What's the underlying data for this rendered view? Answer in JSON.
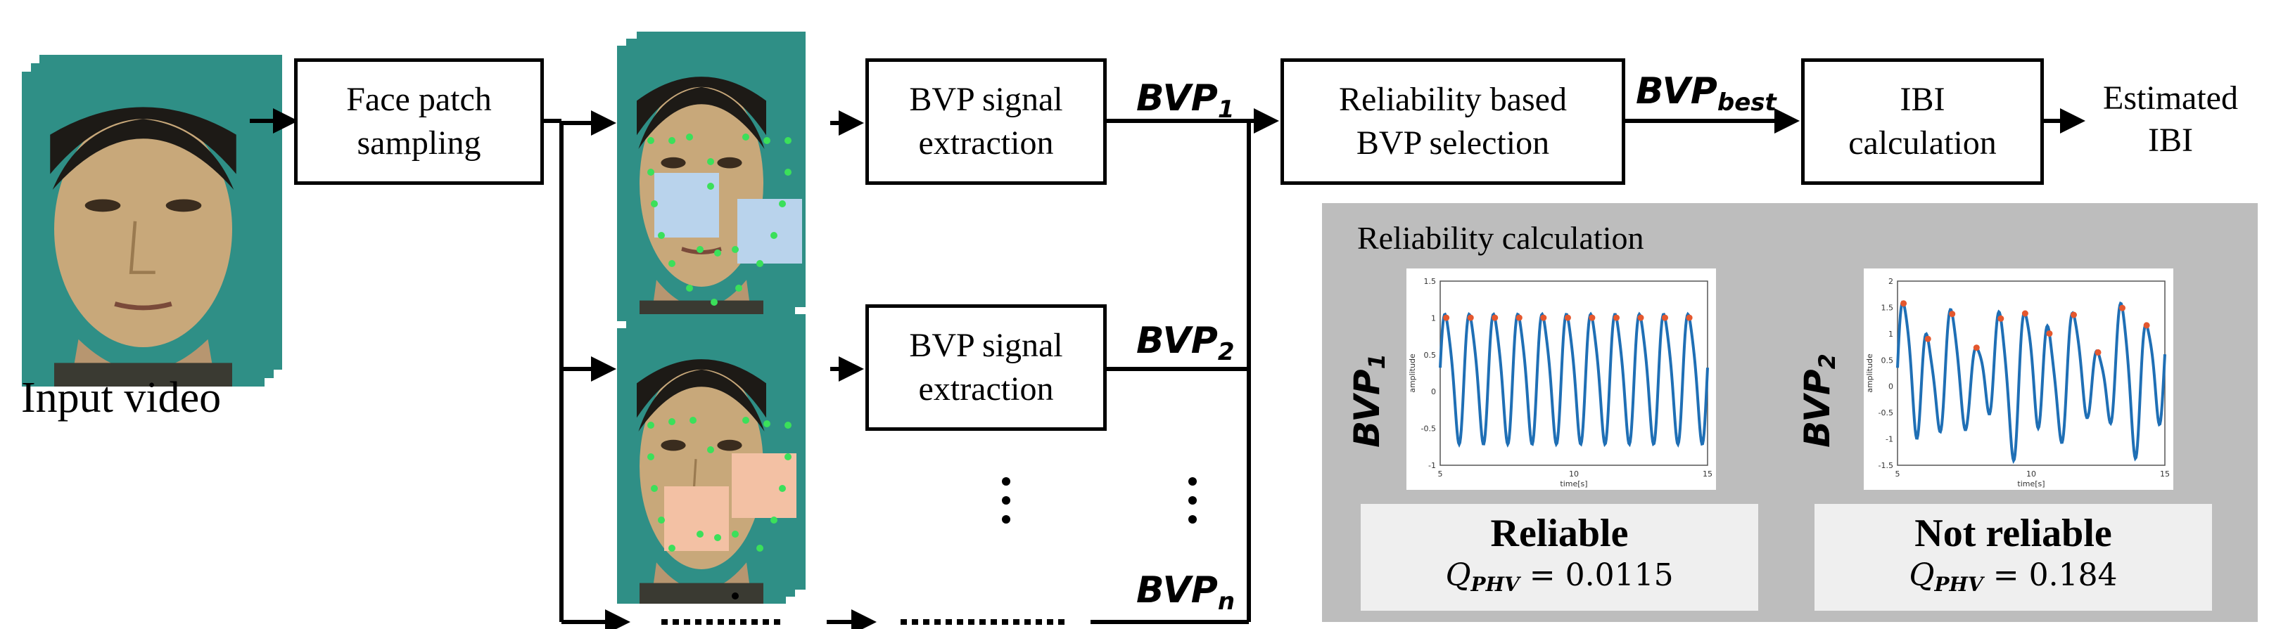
{
  "input": {
    "caption": "Input video"
  },
  "boxes": {
    "sampling": [
      "Face patch",
      "sampling"
    ],
    "bvp_extract_1": [
      "BVP signal",
      "extraction"
    ],
    "bvp_extract_2": [
      "BVP signal",
      "extraction"
    ],
    "selection": [
      "Reliability based",
      "BVP selection"
    ],
    "ibi": [
      "IBI",
      "calculation"
    ]
  },
  "labels": {
    "bvp1": {
      "base": "BVP",
      "sub": "1"
    },
    "bvp2": {
      "base": "BVP",
      "sub": "2"
    },
    "bvpn": {
      "base": "BVP",
      "sub": "n"
    },
    "best": {
      "base": "BVP",
      "sub": "best"
    }
  },
  "output": [
    "Estimated",
    "IBI"
  ],
  "panel": {
    "title": "Reliability calculation",
    "left": {
      "ylabel_base": "BVP",
      "ylabel_sub": "1",
      "verdict": "Reliable",
      "q_symbol": "Q",
      "q_sub": "PHV",
      "q_value": "= 0.0115"
    },
    "right": {
      "ylabel_base": "BVP",
      "ylabel_sub": "2",
      "verdict": "Not reliable",
      "q_symbol": "Q",
      "q_sub": "PHV",
      "q_value": "= 0.184"
    },
    "plot_axis": {
      "xlabel": "time[s]",
      "ylabel": "amplitude"
    },
    "plot1_yticks": [
      "-1",
      "-0.5",
      "0",
      "0.5",
      "1",
      "1.5"
    ],
    "plot2_yticks": [
      "-1.5",
      "-1",
      "-0.5",
      "0",
      "0.5",
      "1",
      "1.5",
      "2"
    ],
    "plot_xticks": [
      "5",
      "10",
      "15"
    ]
  },
  "colors": {
    "face_bg": "#2f8f86",
    "roi_blue": "#b9d3ec",
    "roi_orange": "#f3c1a4",
    "landmark": "#3be05a",
    "signal": "#1f6fb5",
    "peak": "#e4572e",
    "panel_bg": "#bdbdbd"
  }
}
